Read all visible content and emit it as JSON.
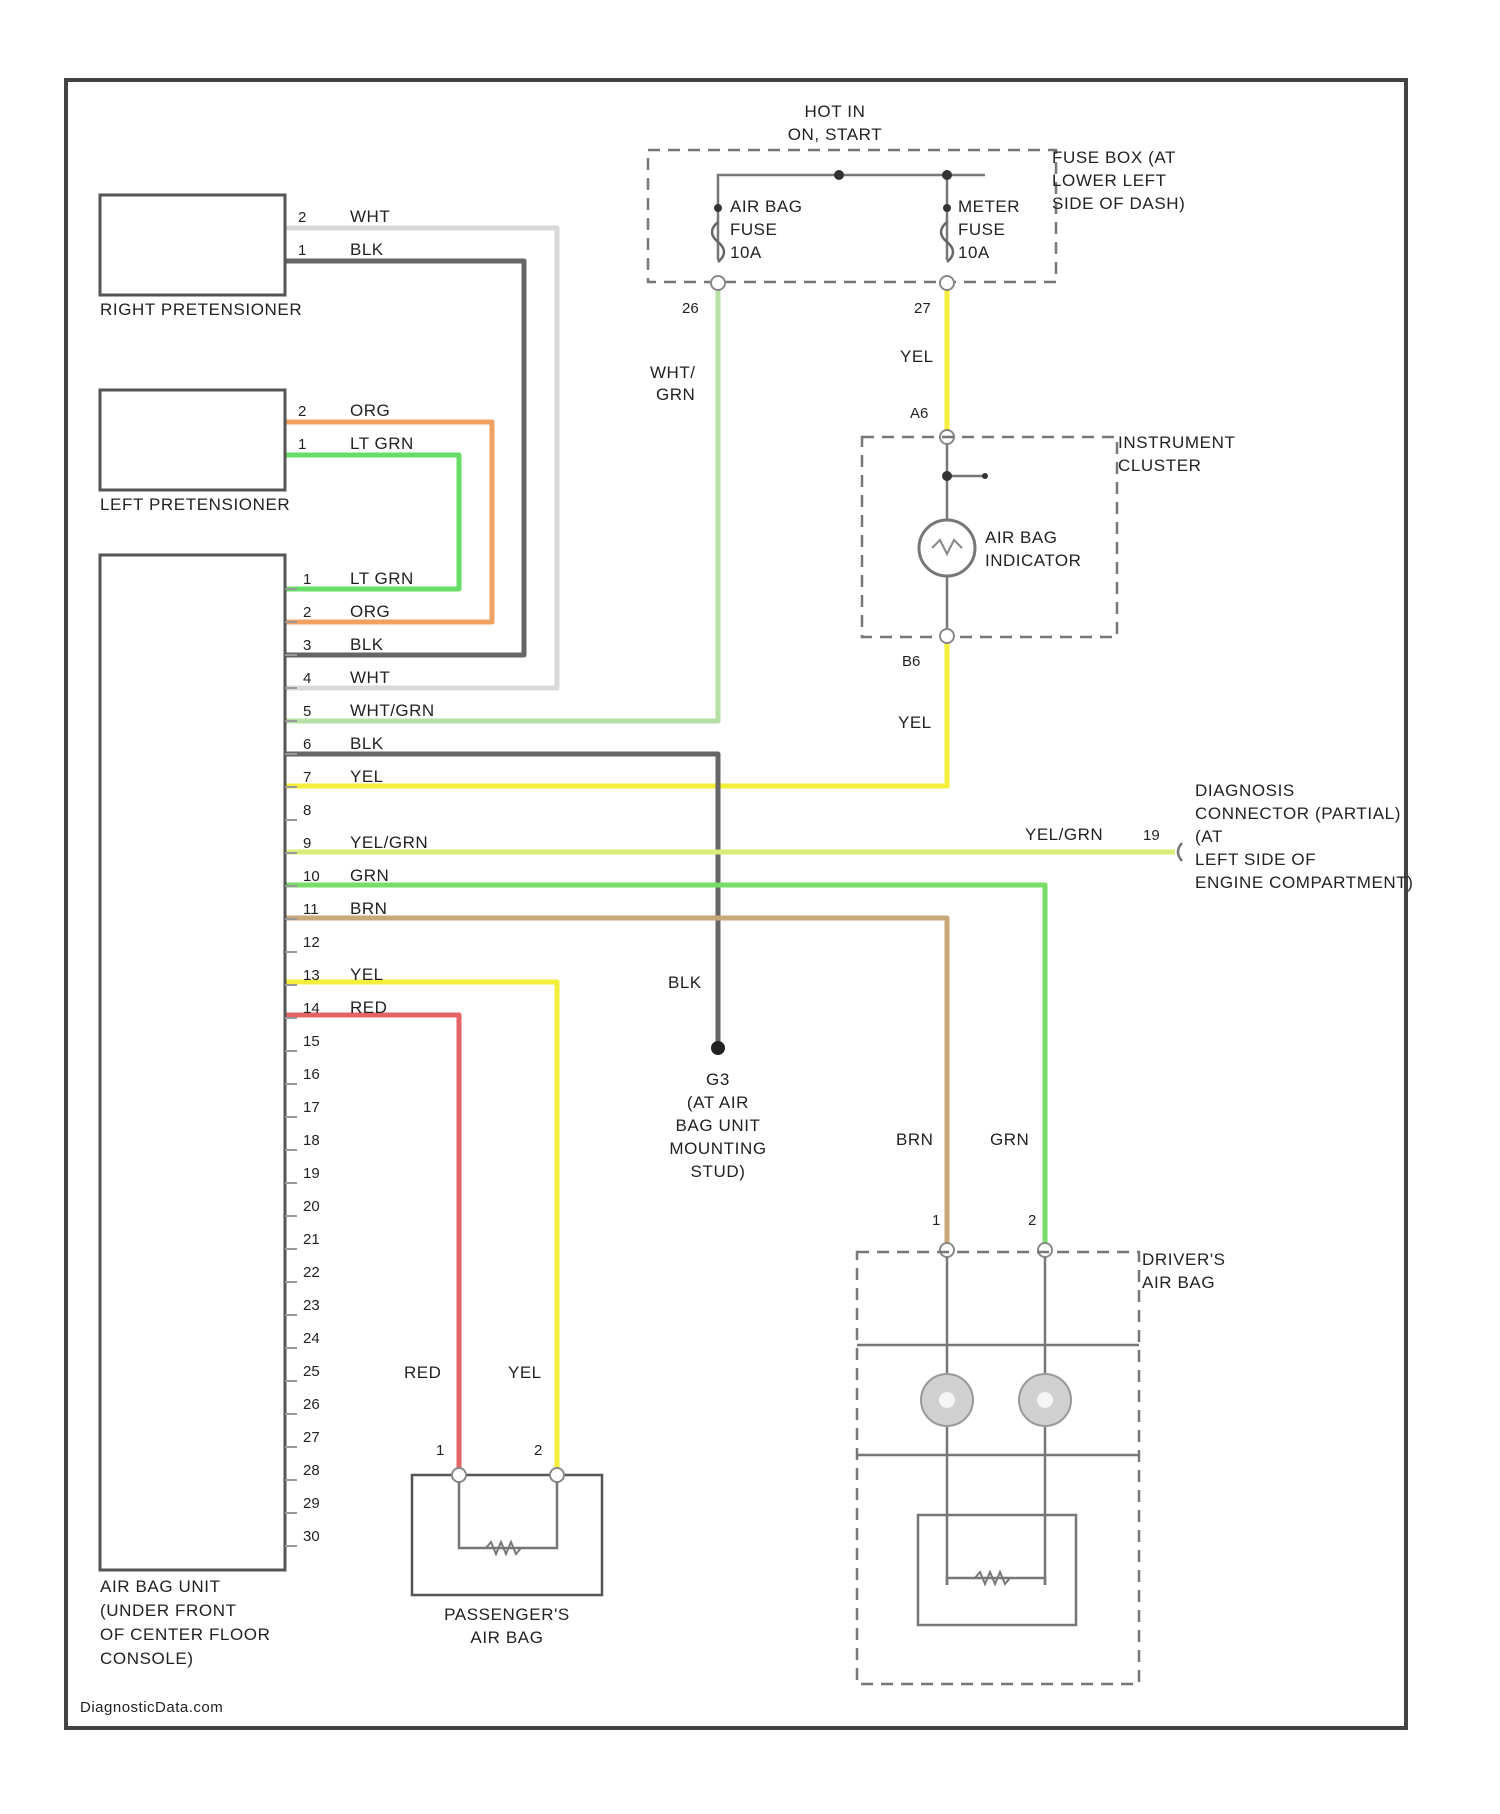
{
  "colors": {
    "WHT": "#d8d8d8",
    "BLK": "#666666",
    "ORG": "#f0a060",
    "LT GRN": "#66dd66",
    "WHT/GRN": "#b6e0a6",
    "YEL": "#f2ee3a",
    "YEL/GRN": "#d9ee7a",
    "GRN": "#77dd66",
    "BRN": "#c8a878",
    "RED": "#e46464"
  },
  "components": {
    "right_pretensioner": {
      "label": "RIGHT PRETENSIONER",
      "pins": [
        "2",
        "1"
      ],
      "wires": [
        "WHT",
        "BLK"
      ]
    },
    "left_pretensioner": {
      "label": "LEFT PRETENSIONER",
      "pins": [
        "2",
        "1"
      ],
      "wires": [
        "ORG",
        "LT GRN"
      ]
    },
    "fuse_box": {
      "top_label_1": "HOT IN",
      "top_label_2": "ON, START",
      "label_1": "FUSE BOX (AT",
      "label_2": "LOWER LEFT",
      "label_3": "SIDE OF DASH)",
      "fuse1": [
        "AIR BAG",
        "FUSE",
        "10A"
      ],
      "fuse2": [
        "METER",
        "FUSE",
        "10A"
      ],
      "pin1": "26",
      "pin2": "27"
    },
    "instrument_cluster": {
      "label_1": "INSTRUMENT",
      "label_2": "CLUSTER",
      "indicator_1": "AIR BAG",
      "indicator_2": "INDICATOR",
      "pin_top": "A6",
      "pin_bottom": "B6"
    },
    "diagnosis_connector": {
      "pin": "19",
      "lines": [
        "DIAGNOSIS",
        "CONNECTOR (PARTIAL)",
        "(AT",
        "LEFT SIDE OF",
        "ENGINE COMPARTMENT)"
      ]
    },
    "ground": {
      "id": "G3",
      "lines": [
        "(AT AIR",
        "BAG UNIT",
        "MOUNTING",
        "STUD)"
      ]
    },
    "air_bag_unit": {
      "lines": [
        "AIR BAG UNIT",
        "(UNDER FRONT",
        "OF CENTER FLOOR",
        "CONSOLE)"
      ]
    },
    "passenger_air_bag": {
      "lines": [
        "PASSENGER'S",
        "AIR BAG"
      ],
      "pins": [
        "1",
        "2"
      ]
    },
    "driver_air_bag": {
      "lines": [
        "DRIVER'S",
        "AIR BAG"
      ],
      "pins": [
        "1",
        "2"
      ]
    }
  },
  "airbag_unit_pins": [
    {
      "pin": "1",
      "wire": "LT GRN"
    },
    {
      "pin": "2",
      "wire": "ORG"
    },
    {
      "pin": "3",
      "wire": "BLK"
    },
    {
      "pin": "4",
      "wire": "WHT"
    },
    {
      "pin": "5",
      "wire": "WHT/GRN"
    },
    {
      "pin": "6",
      "wire": "BLK"
    },
    {
      "pin": "7",
      "wire": "YEL"
    },
    {
      "pin": "8",
      "wire": ""
    },
    {
      "pin": "9",
      "wire": "YEL/GRN"
    },
    {
      "pin": "10",
      "wire": "GRN"
    },
    {
      "pin": "11",
      "wire": "BRN"
    },
    {
      "pin": "12",
      "wire": ""
    },
    {
      "pin": "13",
      "wire": "YEL"
    },
    {
      "pin": "14",
      "wire": "RED"
    },
    {
      "pin": "15",
      "wire": ""
    },
    {
      "pin": "16",
      "wire": ""
    },
    {
      "pin": "17",
      "wire": ""
    },
    {
      "pin": "18",
      "wire": ""
    },
    {
      "pin": "19",
      "wire": ""
    },
    {
      "pin": "20",
      "wire": ""
    },
    {
      "pin": "21",
      "wire": ""
    },
    {
      "pin": "22",
      "wire": ""
    },
    {
      "pin": "23",
      "wire": ""
    },
    {
      "pin": "24",
      "wire": ""
    },
    {
      "pin": "25",
      "wire": ""
    },
    {
      "pin": "26",
      "wire": ""
    },
    {
      "pin": "27",
      "wire": ""
    },
    {
      "pin": "28",
      "wire": ""
    },
    {
      "pin": "29",
      "wire": ""
    },
    {
      "pin": "30",
      "wire": ""
    }
  ],
  "wire_labels": {
    "fuse1_wire_1": "WHT/",
    "fuse1_wire_2": "GRN",
    "fuse2_wire": "YEL",
    "cluster_out_wire": "YEL",
    "diag_wire": "YEL/GRN",
    "ground_wire": "BLK",
    "driver_brn": "BRN",
    "driver_grn": "GRN",
    "passenger_red": "RED",
    "passenger_yel": "YEL"
  },
  "footer": "DiagnosticData.com"
}
